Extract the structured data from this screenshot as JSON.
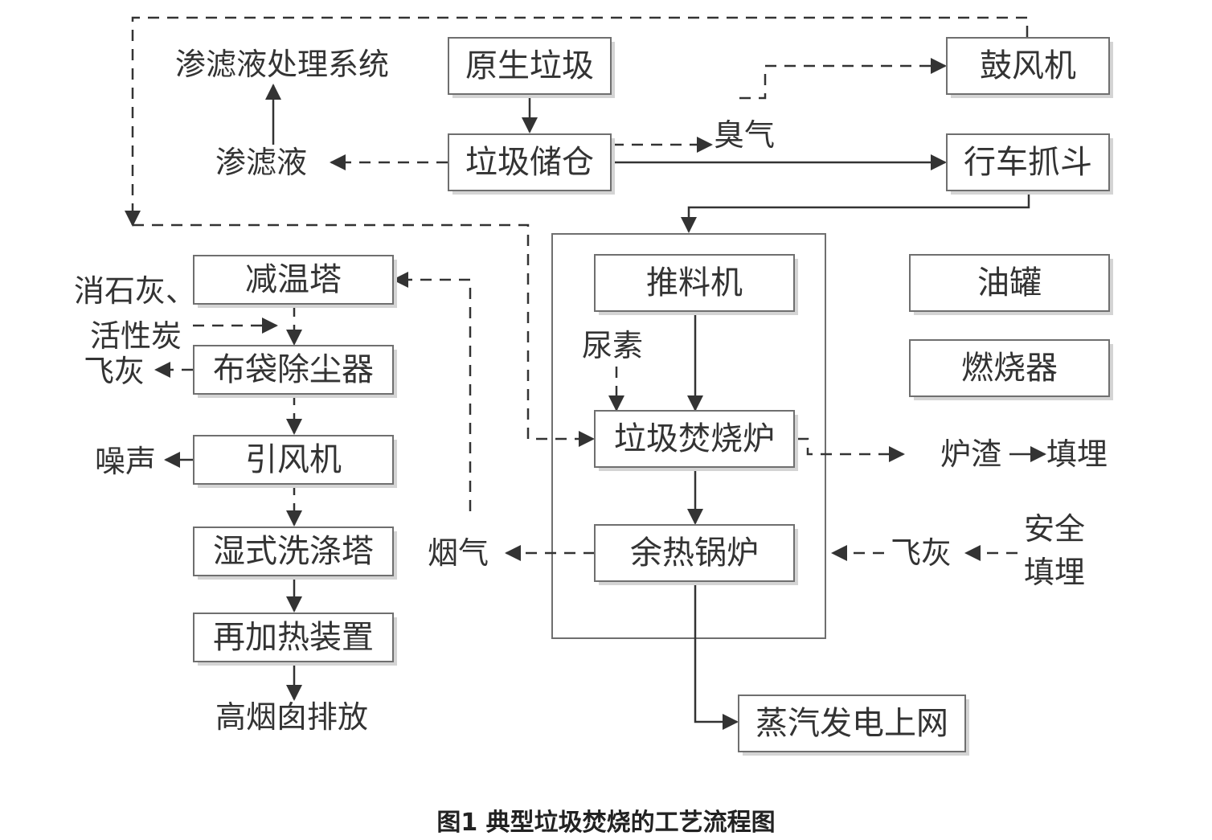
{
  "caption": "图1  典型垃圾焚烧的工艺流程图",
  "nodes": {
    "raw_waste": "原生垃圾",
    "storage": "垃圾储仓",
    "blower": "鼓风机",
    "crane": "行车抓斗",
    "pusher": "推料机",
    "incinerator": "垃圾焚烧炉",
    "boiler": "余热锅炉",
    "oil_tank": "油罐",
    "burner": "燃烧器",
    "cooling_tower": "减温塔",
    "bag_filter": "布袋除尘器",
    "fan": "引风机",
    "scrubber": "湿式洗涤塔",
    "reheater": "再加热装置",
    "power": "蒸汽发电上网"
  },
  "labels": {
    "leachate_system": "渗滤液处理系统",
    "leachate": "渗滤液",
    "odor": "臭气",
    "lime_1": "消石灰、",
    "lime_2": "活性炭",
    "fly_ash_left": "飞灰",
    "noise": "噪声",
    "chimney": "高烟囱排放",
    "urea": "尿素",
    "flue_gas": "烟气",
    "slag": "炉渣",
    "landfill": "填埋",
    "fly_ash_right": "飞灰",
    "safe_1": "安全",
    "safe_2": "填埋"
  }
}
